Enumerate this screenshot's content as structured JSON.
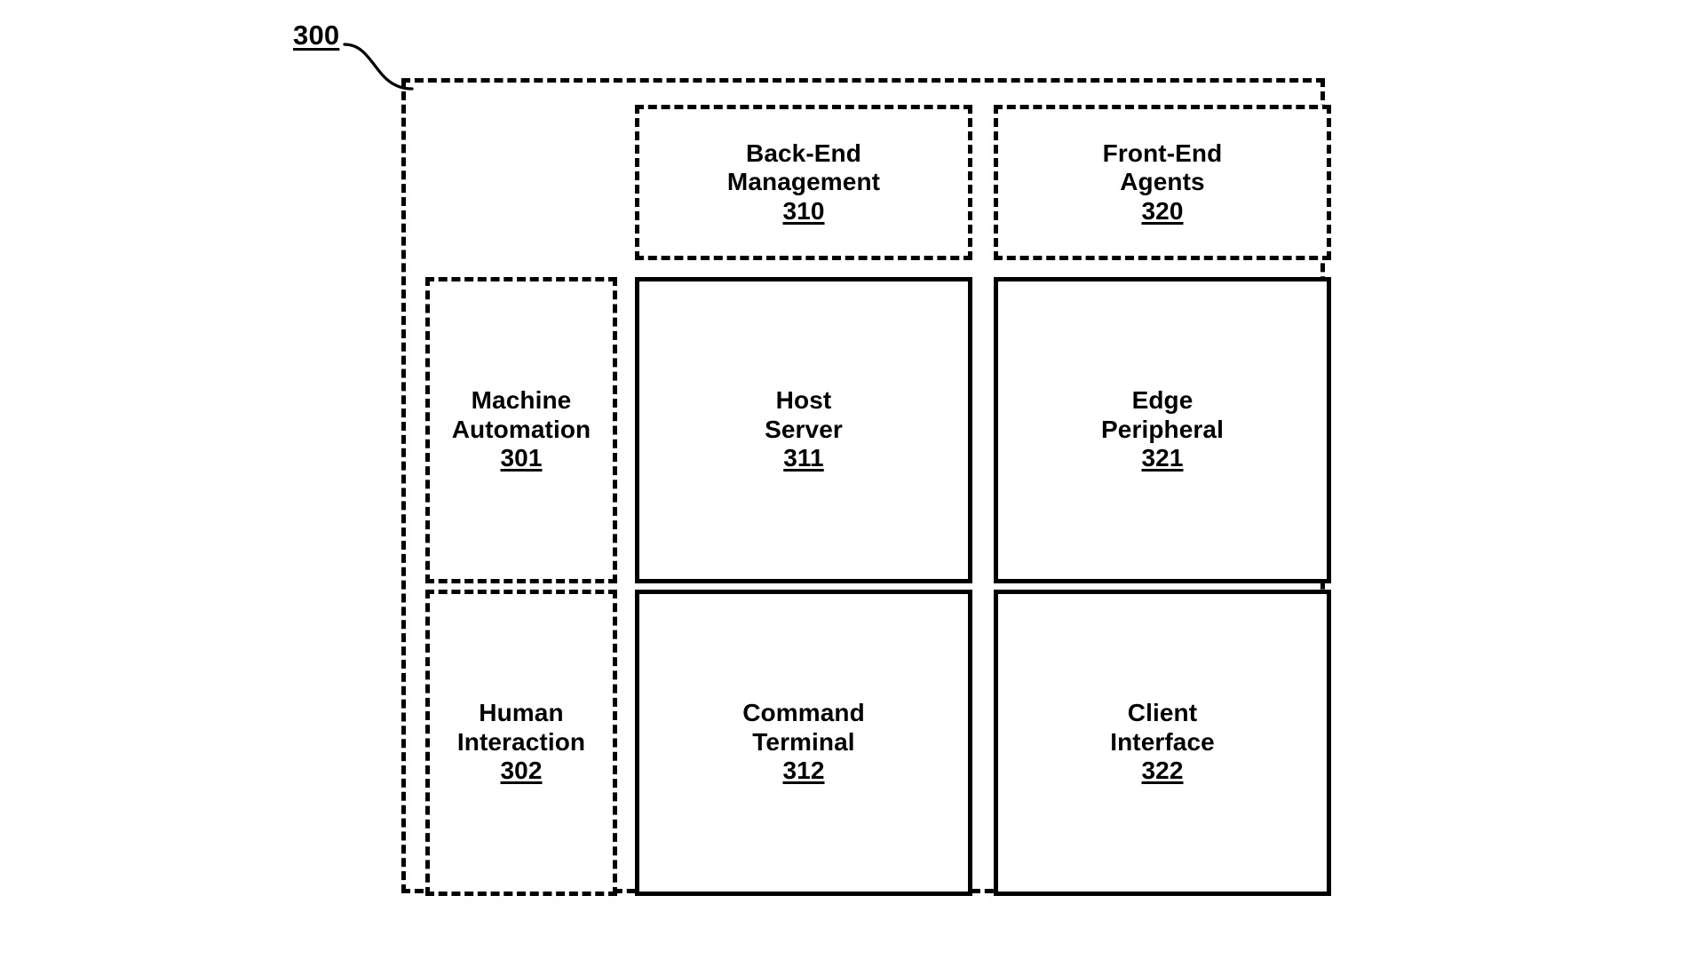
{
  "figure": {
    "label": "300",
    "leader_icon": "s-curve-leader-line"
  },
  "system": {
    "boundary_style": "dashed",
    "reference": "300"
  },
  "colors": {
    "stroke": "#000000",
    "background": "#ffffff",
    "text": "#000000"
  },
  "grid": {
    "columns": [
      "category",
      "back-end",
      "front-end"
    ],
    "rows": [
      "header",
      "machine",
      "human"
    ]
  },
  "nodes": {
    "corner": {
      "title": "",
      "ref": "",
      "style": "empty"
    },
    "back_end": {
      "title": "Back-End\nManagement",
      "ref": "310",
      "style": "dashed"
    },
    "front_end": {
      "title": "Front-End\nAgents",
      "ref": "320",
      "style": "dashed"
    },
    "machine_automation": {
      "title": "Machine\nAutomation",
      "ref": "301",
      "style": "dashed"
    },
    "host_server": {
      "title": "Host\nServer",
      "ref": "311",
      "style": "solid"
    },
    "edge_peripheral": {
      "title": "Edge\nPeripheral",
      "ref": "321",
      "style": "solid"
    },
    "human_interaction": {
      "title": "Human\nInteraction",
      "ref": "302",
      "style": "dashed"
    },
    "command_terminal": {
      "title": "Command\nTerminal",
      "ref": "312",
      "style": "solid"
    },
    "client_interface": {
      "title": "Client\nInterface",
      "ref": "322",
      "style": "solid"
    }
  }
}
